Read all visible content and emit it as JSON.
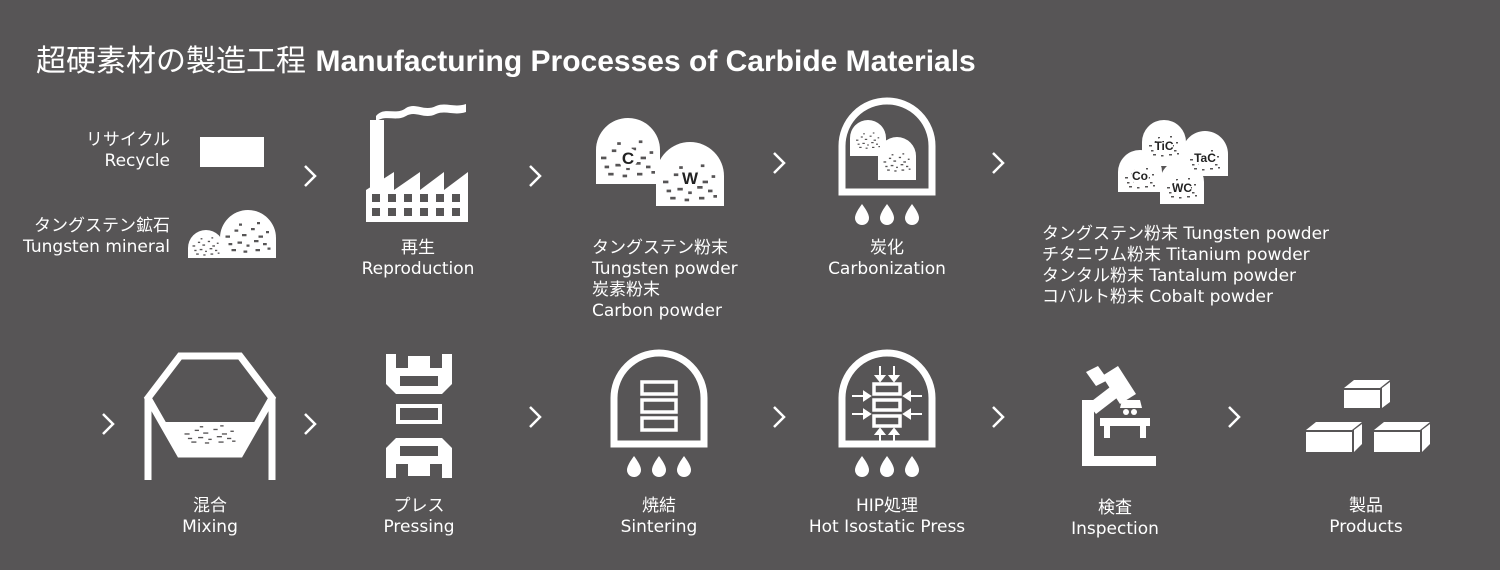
{
  "title": {
    "ja": "超硬素材の製造工程",
    "en": "Manufacturing Processes of Carbide Materials"
  },
  "inputs": {
    "recycle": {
      "ja": "リサイクル",
      "en": "Recycle"
    },
    "mineral": {
      "ja": "タングステン鉱石",
      "en": "Tungsten mineral"
    }
  },
  "steps": {
    "reproduction": {
      "ja": "再生",
      "en": "Reproduction"
    },
    "powders": {
      "l1": "タングステン粉末",
      "l2": "Tungsten powder",
      "l3": "炭素粉末",
      "l4": "Carbon powder",
      "c": "C",
      "w": "W"
    },
    "carbonization": {
      "ja": "炭化",
      "en": "Carbonization"
    },
    "materials": {
      "l1": "タングステン粉末 Tungsten powder",
      "l2": "チタニウム粉末 Titanium powder",
      "l3": "タンタル粉末 Tantalum powder",
      "l4": "コバルト粉末 Cobalt powder",
      "tic": "TiC",
      "tac": "TaC",
      "co": "Co",
      "wc": "WC"
    },
    "mixing": {
      "ja": "混合",
      "en": "Mixing"
    },
    "pressing": {
      "ja": "プレス",
      "en": "Pressing"
    },
    "sintering": {
      "ja": "焼結",
      "en": "Sintering"
    },
    "hip": {
      "ja": "HIP処理",
      "en": "Hot Isostatic Press"
    },
    "inspection": {
      "ja": "検査",
      "en": "Inspection"
    },
    "products": {
      "ja": "製品",
      "en": "Products"
    }
  },
  "colors": {
    "background": "#575556",
    "foreground": "#ffffff"
  }
}
